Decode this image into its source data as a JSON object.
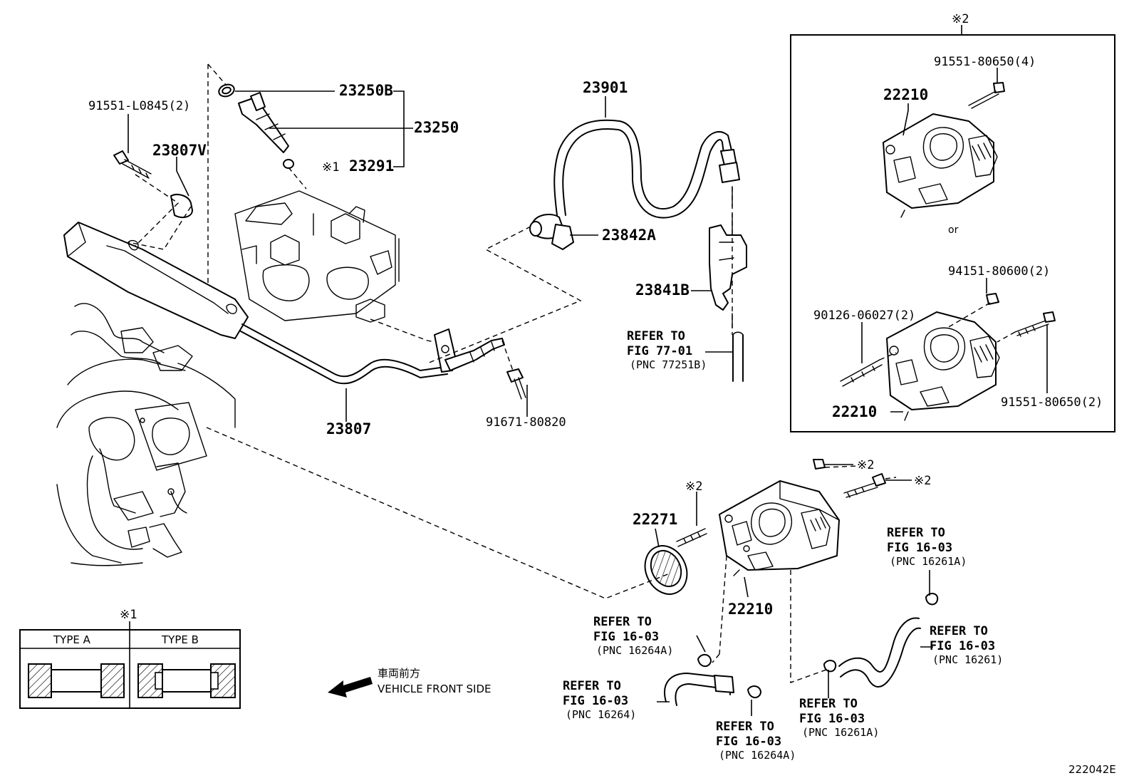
{
  "labels": {
    "p23250B": "23250B",
    "p23250": "23250",
    "p23291": "23291",
    "p23807V": "23807V",
    "p91551_L0845": "91551-L0845(2)",
    "p23807": "23807",
    "p91671_80820": "91671-80820",
    "p23901": "23901",
    "p23842A": "23842A",
    "p23841B": "23841B",
    "p22271": "22271",
    "p22210_main": "22210",
    "p22210_box1": "22210",
    "p22210_box2": "22210",
    "p91551_80650_4": "91551-80650(4)",
    "p94151_80600_2": "94151-80600(2)",
    "p90126_06027_2": "90126-06027(2)",
    "p91551_80650_2": "91551-80650(2)",
    "or": "or",
    "mark1": "※1",
    "mark2": "※2",
    "figure_code": "222042E"
  },
  "refs": {
    "refer_to": "REFER TO",
    "fig_77_01": "FIG 77-01",
    "pnc_77251B": "(PNC 77251B)",
    "fig_16_03": "FIG 16-03",
    "pnc_16261A": "(PNC 16261A)",
    "pnc_16261": "(PNC 16261)",
    "pnc_16264A": "(PNC 16264A)",
    "pnc_16264": "(PNC 16264)"
  },
  "legend": {
    "type_a": "TYPE A",
    "type_b": "TYPE B"
  },
  "vehicle_front": {
    "jp": "車両前方",
    "en": "VEHICLE FRONT SIDE"
  }
}
